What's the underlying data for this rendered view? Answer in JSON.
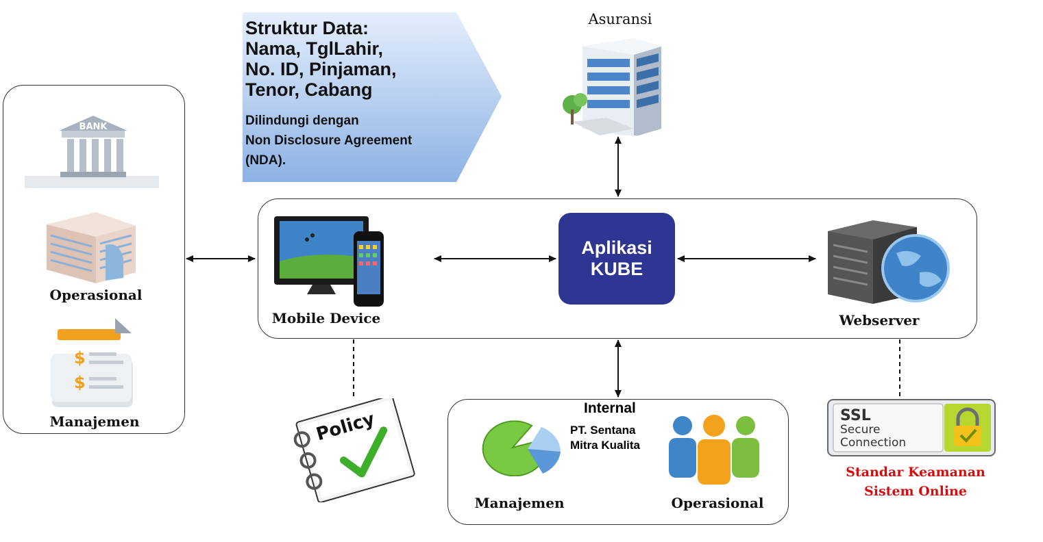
{
  "banner": {
    "title_lines": [
      "Struktur Data:",
      "Nama, TglLahir,",
      "No. ID, Pinjaman,",
      "Tenor, Cabang"
    ],
    "note_lines": [
      "Dilindungi dengan",
      "Non Disclosure Agreement",
      "(NDA)."
    ]
  },
  "asuransi": {
    "label": "Asuransi"
  },
  "left_group": {
    "bank_sign": "BANK",
    "operasional_label": "Operasional",
    "manajemen_label": "Manajemen"
  },
  "core": {
    "mobile_label": "Mobile Device",
    "app_lines": [
      "Aplikasi",
      "KUBE"
    ],
    "webserver_label": "Webserver"
  },
  "policy": {
    "label": "Policy"
  },
  "internal": {
    "title": "Internal",
    "company_lines": [
      "PT. Sentana",
      "Mitra Kualita"
    ],
    "manajemen_label": "Manajemen",
    "operasional_label": "Operasional"
  },
  "ssl": {
    "badge_lines": [
      "SSL",
      "Secure",
      "Connection"
    ],
    "caption_lines": [
      "Standar Keamanan",
      "Sistem Online"
    ]
  },
  "colors": {
    "app_box": "#2e3592",
    "banner_top": "#dbe7fb",
    "banner_bottom": "#8fb4e6",
    "ssl_caption": "#d01010"
  }
}
